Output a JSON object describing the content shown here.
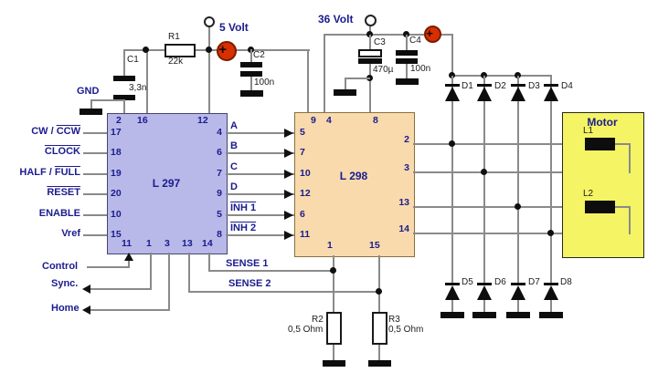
{
  "colors": {
    "wire": "#8a8a8a",
    "label_navy": "#1b1b8f",
    "component_text": "#1c1c1c",
    "l297_fill": "#b8b9e8",
    "l298_fill": "#f8daac",
    "motor_fill": "#f4f464",
    "supply_node_fill": "#d63000",
    "supply_node_border": "#7e1a00"
  },
  "power": {
    "v5_label": "5 Volt",
    "v36_label": "36 Volt",
    "plus_symbol": "+"
  },
  "l297": {
    "name": "L 297",
    "pins_top": [
      "2",
      "16",
      "12"
    ],
    "pins_bottom": [
      "11",
      "1",
      "3",
      "13",
      "14"
    ],
    "left_pins": [
      "17",
      "18",
      "19",
      "20",
      "10",
      "15"
    ],
    "right_pins": [
      "4",
      "6",
      "7",
      "9",
      "5",
      "8"
    ],
    "inputs": [
      {
        "plain": "CW / ",
        "over": "CCW"
      },
      {
        "plain": "",
        "over": "CLOCK"
      },
      {
        "plain": "HALF / ",
        "over": "FULL"
      },
      {
        "plain": "",
        "over": "RESET"
      },
      {
        "plain": "ENABLE",
        "over": ""
      },
      {
        "plain": "Vref",
        "over": ""
      }
    ]
  },
  "l298": {
    "name": "L 298",
    "pins_top": [
      "9",
      "4",
      "8"
    ],
    "left_pins": [
      "5",
      "7",
      "10",
      "12",
      "6",
      "11"
    ],
    "right_pins": [
      "2",
      "3",
      "13",
      "14"
    ],
    "pins_bottom": [
      "1",
      "15"
    ]
  },
  "signals": [
    {
      "plain": "A",
      "over": ""
    },
    {
      "plain": "B",
      "over": ""
    },
    {
      "plain": "C",
      "over": ""
    },
    {
      "plain": "D",
      "over": ""
    },
    {
      "plain": "",
      "over": "INH 1"
    },
    {
      "plain": "",
      "over": "INH 2"
    }
  ],
  "components": {
    "r1": {
      "ref": "R1",
      "value": "22k"
    },
    "c1": {
      "ref": "C1",
      "value": "3,3n"
    },
    "c2": {
      "ref": "C2",
      "value": "100n"
    },
    "c3": {
      "ref": "C3",
      "value": "470µ"
    },
    "c4": {
      "ref": "C4",
      "value": "100n"
    },
    "r2": {
      "ref": "R2",
      "value": "0,5 Ohm"
    },
    "r3": {
      "ref": "R3",
      "value": "0,5 Ohm"
    },
    "diodes_top": [
      "D1",
      "D2",
      "D3",
      "D4"
    ],
    "diodes_bottom": [
      "D5",
      "D6",
      "D7",
      "D8"
    ]
  },
  "motor": {
    "title": "Motor",
    "windings": [
      "L1",
      "L2"
    ]
  },
  "labels": {
    "gnd": "GND",
    "control": "Control",
    "sync": "Sync.",
    "home": "Home",
    "sense1": "SENSE 1",
    "sense2": "SENSE 2"
  }
}
